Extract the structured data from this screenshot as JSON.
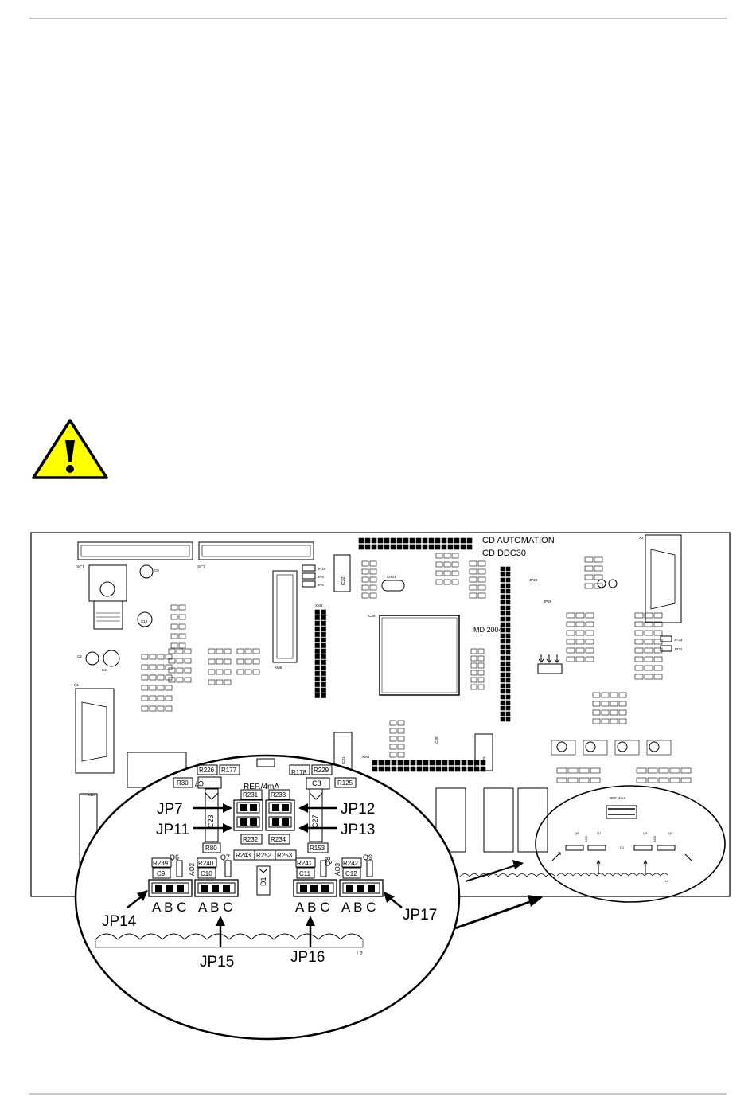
{
  "warning_icon": {
    "icon": "warning-triangle-exclamation",
    "fill": "#ffff00",
    "stroke": "#000000"
  },
  "board": {
    "brand_line1": "CD AUTOMATION",
    "brand_line2": "CD DDC30",
    "model": "MD 2004",
    "top_labels": {
      "xc1": "XC1",
      "xc2": "XC2",
      "xm3": "XM3",
      "xm5": "XM5",
      "xm1": "XM1",
      "ic32": "IC32",
      "ic25": "IC25",
      "cr01": "CR01",
      "c8": "C8",
      "c14": "C14",
      "c2": "C2",
      "c4": "C4",
      "x1": "X1",
      "x1c": "X1C",
      "x2": "X2",
      "jp10": "JP10",
      "jp9": "JP9",
      "jp8": "JP8",
      "jp28": "JP28",
      "jp29": "JP29",
      "jp33": "JP33",
      "jp32": "JP32",
      "ic28": "IC28",
      "ic29": "IC29",
      "ic31": "IC31",
      "l2": "L2"
    },
    "mini_labels": {
      "ref": "REF./4mA",
      "ao2": "AO2",
      "ao3": "AO3",
      "q6": "Q6",
      "q7": "Q7",
      "q8": "Q8",
      "q9": "Q9",
      "d1": "D1"
    }
  },
  "zoom": {
    "ref_label": "REF./4mA",
    "components": {
      "r226": "R226",
      "r177": "R177",
      "r178": "R178",
      "r229": "R229",
      "r30": "R30",
      "c7": "C7",
      "c8": "C8",
      "r125": "R125",
      "r231": "R231",
      "r233": "R233",
      "c23": "C23",
      "c27": "C27",
      "r232": "R232",
      "r234": "R234",
      "r80": "R80",
      "r153": "R153",
      "r243": "R243",
      "r252": "R252",
      "r253": "R253",
      "q6": "Q6",
      "q7": "Q7",
      "q8": "Q8",
      "q9": "Q9",
      "r239": "R239",
      "r240": "R240",
      "r241": "R241",
      "r242": "R242",
      "c9": "C9",
      "c10": "C10",
      "c11": "C11",
      "c12": "C12",
      "ao2": "AO2",
      "ao3": "AO3",
      "d1": "D1",
      "l2": "L2"
    },
    "jumpers": {
      "jp7": "JP7",
      "jp11": "JP11",
      "jp12": "JP12",
      "jp13": "JP13",
      "jp14": "JP14",
      "jp15": "JP15",
      "jp16": "JP16",
      "jp17": "JP17"
    },
    "abc": "A B C"
  }
}
